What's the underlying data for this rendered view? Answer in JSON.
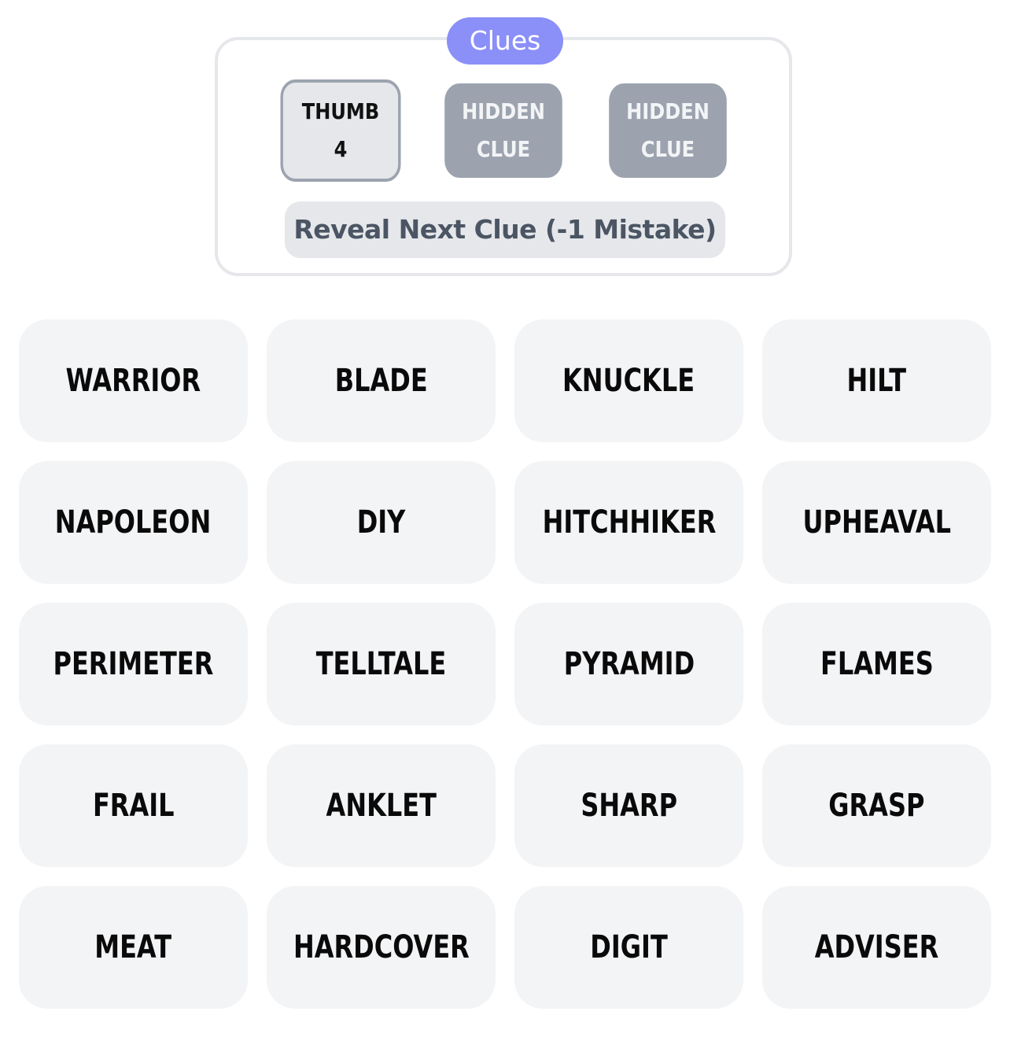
{
  "clues": {
    "title": "Clues",
    "revealed": [
      {
        "line1": "THUMB",
        "line2": "4"
      }
    ],
    "hidden": [
      {
        "line1": "HIDDEN",
        "line2": "CLUE"
      },
      {
        "line1": "HIDDEN",
        "line2": "CLUE"
      }
    ],
    "reveal_button_label": "Reveal Next Clue (-1 Mistake)"
  },
  "grid": {
    "words": [
      "WARRIOR",
      "BLADE",
      "KNUCKLE",
      "HILT",
      "NAPOLEON",
      "DIY",
      "HITCHHIKER",
      "UPHEAVAL",
      "PERIMETER",
      "TELLTALE",
      "PYRAMID",
      "FLAMES",
      "FRAIL",
      "ANKLET",
      "SHARP",
      "GRASP",
      "MEAT",
      "HARDCOVER",
      "DIGIT",
      "ADVISER"
    ]
  },
  "colors": {
    "clues_badge": "#8b8ff8",
    "hidden_clue": "#9ca3af",
    "tile_background": "#f3f4f6"
  }
}
